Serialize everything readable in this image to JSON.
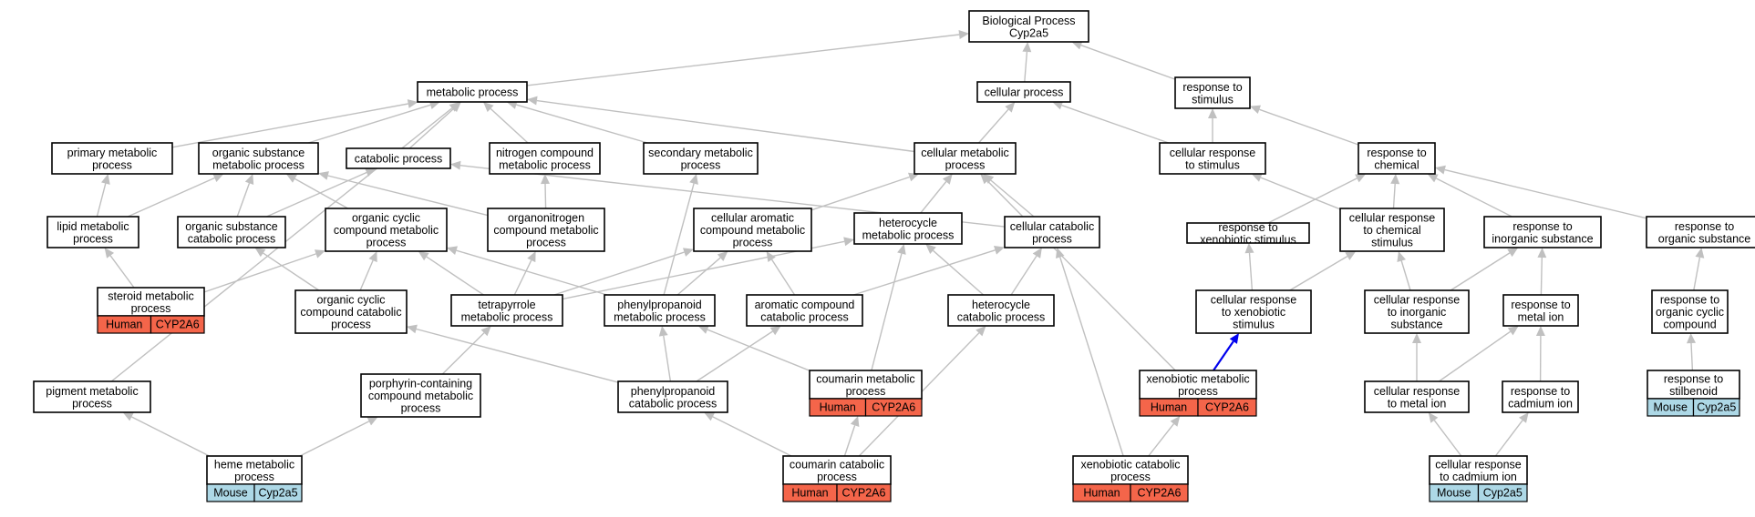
{
  "colors": {
    "edge": "#c0c0c0",
    "highlight_edge": "#0000ee",
    "human_tag": "#f4654a",
    "mouse_tag": "#add8e6",
    "node_border": "#000000",
    "node_fill": "#ffffff"
  },
  "nodes": [
    {
      "id": "bp",
      "lines": [
        "Biological Process",
        "Cyp2a5"
      ]
    },
    {
      "id": "mp",
      "lines": [
        "metabolic process"
      ]
    },
    {
      "id": "cp",
      "lines": [
        "cellular process"
      ]
    },
    {
      "id": "rts",
      "lines": [
        "response to",
        "stimulus"
      ]
    },
    {
      "id": "pmp",
      "lines": [
        "primary metabolic",
        "process"
      ]
    },
    {
      "id": "osmp",
      "lines": [
        "organic substance",
        "metabolic process"
      ]
    },
    {
      "id": "catp",
      "lines": [
        "catabolic process"
      ]
    },
    {
      "id": "ncmp",
      "lines": [
        "nitrogen compound",
        "metabolic process"
      ]
    },
    {
      "id": "smp",
      "lines": [
        "secondary metabolic",
        "process"
      ]
    },
    {
      "id": "cmp",
      "lines": [
        "cellular metabolic",
        "process"
      ]
    },
    {
      "id": "crs",
      "lines": [
        "cellular response",
        "to stimulus"
      ]
    },
    {
      "id": "rtc",
      "lines": [
        "response to",
        "chemical"
      ]
    },
    {
      "id": "lmp",
      "lines": [
        "lipid metabolic",
        "process"
      ]
    },
    {
      "id": "oscp",
      "lines": [
        "organic substance",
        "catabolic process"
      ]
    },
    {
      "id": "occmp",
      "lines": [
        "organic cyclic",
        "compound metabolic",
        "process"
      ]
    },
    {
      "id": "oncmp",
      "lines": [
        "organonitrogen",
        "compound metabolic",
        "process"
      ]
    },
    {
      "id": "cacmp",
      "lines": [
        "cellular aromatic",
        "compound metabolic",
        "process"
      ]
    },
    {
      "id": "hmp",
      "lines": [
        "heterocycle",
        "metabolic process"
      ]
    },
    {
      "id": "ccp",
      "lines": [
        "cellular catabolic",
        "process"
      ]
    },
    {
      "id": "rtxs",
      "lines": [
        "response to",
        "xenobiotic stimulus"
      ]
    },
    {
      "id": "crtcs",
      "lines": [
        "cellular response",
        "to chemical",
        "stimulus"
      ]
    },
    {
      "id": "rtis",
      "lines": [
        "response to",
        "inorganic substance"
      ]
    },
    {
      "id": "rtos",
      "lines": [
        "response to",
        "organic substance"
      ]
    },
    {
      "id": "stmp",
      "lines": [
        "steroid metabolic",
        "process"
      ],
      "tag": {
        "species": "Human",
        "gene": "CYP2A6",
        "kind": "human"
      }
    },
    {
      "id": "occcp",
      "lines": [
        "organic cyclic",
        "compound catabolic",
        "process"
      ]
    },
    {
      "id": "tmp",
      "lines": [
        "tetrapyrrole",
        "metabolic process"
      ]
    },
    {
      "id": "ppmp",
      "lines": [
        "phenylpropanoid",
        "metabolic process"
      ]
    },
    {
      "id": "accp",
      "lines": [
        "aromatic compound",
        "catabolic process"
      ]
    },
    {
      "id": "hcp",
      "lines": [
        "heterocycle",
        "catabolic process"
      ]
    },
    {
      "id": "crtxs",
      "lines": [
        "cellular response",
        "to xenobiotic",
        "stimulus"
      ]
    },
    {
      "id": "crtis",
      "lines": [
        "cellular response",
        "to inorganic",
        "substance"
      ]
    },
    {
      "id": "rtmi",
      "lines": [
        "response to",
        "metal ion"
      ]
    },
    {
      "id": "rtocc",
      "lines": [
        "response to",
        "organic cyclic",
        "compound"
      ]
    },
    {
      "id": "pigmp",
      "lines": [
        "pigment metabolic",
        "process"
      ]
    },
    {
      "id": "pccmp",
      "lines": [
        "porphyrin-containing",
        "compound metabolic",
        "process"
      ]
    },
    {
      "id": "ppcp",
      "lines": [
        "phenylpropanoid",
        "catabolic process"
      ]
    },
    {
      "id": "coump",
      "lines": [
        "coumarin metabolic",
        "process"
      ],
      "tag": {
        "species": "Human",
        "gene": "CYP2A6",
        "kind": "human"
      }
    },
    {
      "id": "xmp",
      "lines": [
        "xenobiotic metabolic",
        "process"
      ],
      "tag": {
        "species": "Human",
        "gene": "CYP2A6",
        "kind": "human"
      }
    },
    {
      "id": "crtmi",
      "lines": [
        "cellular response",
        "to metal ion"
      ]
    },
    {
      "id": "rtci",
      "lines": [
        "response to",
        "cadmium ion"
      ]
    },
    {
      "id": "rtstil",
      "lines": [
        "response to",
        "stilbenoid"
      ],
      "tag": {
        "species": "Mouse",
        "gene": "Cyp2a5",
        "kind": "mouse"
      }
    },
    {
      "id": "hemmp",
      "lines": [
        "heme metabolic",
        "process"
      ],
      "tag": {
        "species": "Mouse",
        "gene": "Cyp2a5",
        "kind": "mouse"
      }
    },
    {
      "id": "coucp",
      "lines": [
        "coumarin catabolic",
        "process"
      ],
      "tag": {
        "species": "Human",
        "gene": "CYP2A6",
        "kind": "human"
      }
    },
    {
      "id": "xcp",
      "lines": [
        "xenobiotic catabolic",
        "process"
      ],
      "tag": {
        "species": "Human",
        "gene": "CYP2A6",
        "kind": "human"
      }
    },
    {
      "id": "crtci",
      "lines": [
        "cellular response",
        "to cadmium ion"
      ],
      "tag": {
        "species": "Mouse",
        "gene": "Cyp2a5",
        "kind": "mouse"
      }
    }
  ],
  "edges": [
    {
      "from": "mp",
      "to": "bp"
    },
    {
      "from": "cp",
      "to": "bp"
    },
    {
      "from": "rts",
      "to": "bp"
    },
    {
      "from": "pmp",
      "to": "mp"
    },
    {
      "from": "osmp",
      "to": "mp"
    },
    {
      "from": "catp",
      "to": "mp"
    },
    {
      "from": "ncmp",
      "to": "mp"
    },
    {
      "from": "smp",
      "to": "mp"
    },
    {
      "from": "cmp",
      "to": "mp"
    },
    {
      "from": "pigmp",
      "to": "mp"
    },
    {
      "from": "cmp",
      "to": "cp"
    },
    {
      "from": "crs",
      "to": "cp"
    },
    {
      "from": "crs",
      "to": "rts"
    },
    {
      "from": "rtc",
      "to": "rts"
    },
    {
      "from": "lmp",
      "to": "pmp"
    },
    {
      "from": "lmp",
      "to": "osmp"
    },
    {
      "from": "oscp",
      "to": "osmp"
    },
    {
      "from": "occmp",
      "to": "osmp"
    },
    {
      "from": "oncmp",
      "to": "osmp"
    },
    {
      "from": "oscp",
      "to": "catp"
    },
    {
      "from": "ccp",
      "to": "catp"
    },
    {
      "from": "oncmp",
      "to": "ncmp"
    },
    {
      "from": "ppmp",
      "to": "smp"
    },
    {
      "from": "cacmp",
      "to": "cmp"
    },
    {
      "from": "hmp",
      "to": "cmp"
    },
    {
      "from": "ccp",
      "to": "cmp"
    },
    {
      "from": "xmp",
      "to": "cmp"
    },
    {
      "from": "crtcs",
      "to": "crs"
    },
    {
      "from": "rtxs",
      "to": "rtc"
    },
    {
      "from": "crtcs",
      "to": "rtc"
    },
    {
      "from": "rtis",
      "to": "rtc"
    },
    {
      "from": "rtos",
      "to": "rtc"
    },
    {
      "from": "stmp",
      "to": "lmp"
    },
    {
      "from": "occcp",
      "to": "oscp"
    },
    {
      "from": "stmp",
      "to": "occmp"
    },
    {
      "from": "occcp",
      "to": "occmp"
    },
    {
      "from": "tmp",
      "to": "occmp"
    },
    {
      "from": "ppmp",
      "to": "occmp"
    },
    {
      "from": "tmp",
      "to": "oncmp"
    },
    {
      "from": "tmp",
      "to": "cacmp"
    },
    {
      "from": "ppmp",
      "to": "cacmp"
    },
    {
      "from": "accp",
      "to": "cacmp"
    },
    {
      "from": "tmp",
      "to": "hmp"
    },
    {
      "from": "hcp",
      "to": "hmp"
    },
    {
      "from": "coump",
      "to": "hmp"
    },
    {
      "from": "accp",
      "to": "ccp"
    },
    {
      "from": "hcp",
      "to": "ccp"
    },
    {
      "from": "xcp",
      "to": "ccp"
    },
    {
      "from": "crtxs",
      "to": "rtxs"
    },
    {
      "from": "crtxs",
      "to": "crtcs"
    },
    {
      "from": "crtis",
      "to": "crtcs"
    },
    {
      "from": "crtis",
      "to": "rtis"
    },
    {
      "from": "rtmi",
      "to": "rtis"
    },
    {
      "from": "rtocc",
      "to": "rtos"
    },
    {
      "from": "xmp",
      "to": "crtxs",
      "highlight": true
    },
    {
      "from": "crtmi",
      "to": "crtis"
    },
    {
      "from": "crtmi",
      "to": "rtmi"
    },
    {
      "from": "rtci",
      "to": "rtmi"
    },
    {
      "from": "rtstil",
      "to": "rtocc"
    },
    {
      "from": "pccmp",
      "to": "tmp"
    },
    {
      "from": "ppcp",
      "to": "ppmp"
    },
    {
      "from": "coump",
      "to": "ppmp"
    },
    {
      "from": "ppcp",
      "to": "accp"
    },
    {
      "from": "coucp",
      "to": "hcp"
    },
    {
      "from": "ppcp",
      "to": "occcp"
    },
    {
      "from": "hemmp",
      "to": "pigmp"
    },
    {
      "from": "hemmp",
      "to": "pccmp"
    },
    {
      "from": "coucp",
      "to": "ppcp"
    },
    {
      "from": "coucp",
      "to": "coump"
    },
    {
      "from": "xcp",
      "to": "xmp"
    },
    {
      "from": "crtci",
      "to": "crtmi"
    },
    {
      "from": "crtci",
      "to": "rtci"
    }
  ]
}
